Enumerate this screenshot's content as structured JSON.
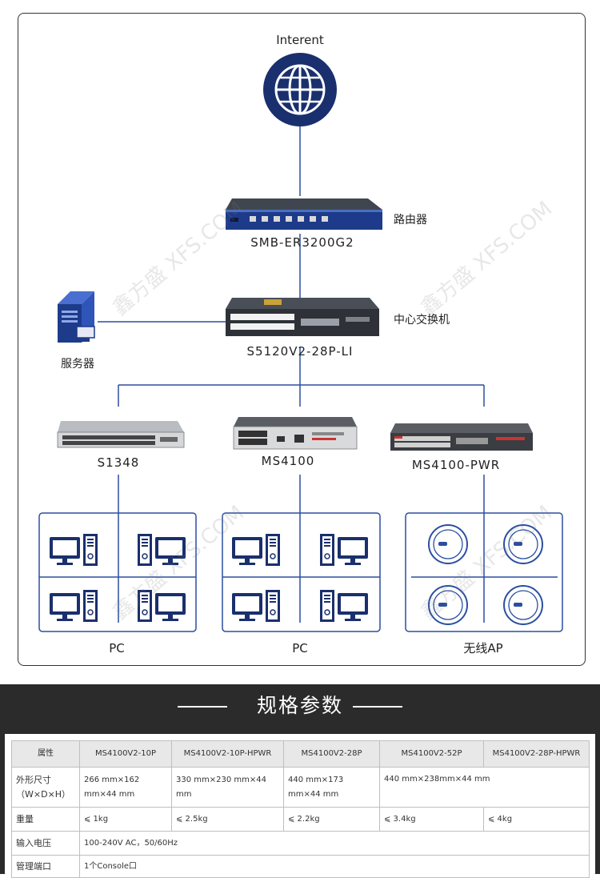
{
  "diagram": {
    "internet_label": "Interent",
    "router_model": "SMB-ER3200G2",
    "router_role": "路由器",
    "core_switch_model": "S5120V2-28P-LI",
    "core_switch_role": "中心交换机",
    "server_label": "服务器",
    "access_switches": [
      "S1348",
      "MS4100",
      "MS4100-PWR"
    ],
    "groups": [
      "PC",
      "PC",
      "无线AP"
    ],
    "watermark": "鑫方盛 XFS.COM",
    "icons": {
      "internet": "globe-icon",
      "router": "router-device",
      "core_switch": "switch-device",
      "server": "server-icon",
      "pc": "desktop-pc-icon",
      "ap": "wireless-ap-icon"
    },
    "colors": {
      "navy": "#1a2f6d",
      "line": "#2b4fa0",
      "frame": "#333333"
    }
  },
  "banner": {
    "title": "规格参数"
  },
  "spec_table": {
    "header": [
      "属性",
      "MS4100V2-10P",
      "MS4100V2-10P-HPWR",
      "MS4100V2-28P",
      "MS4100V2-52P",
      "MS4100V2-28P-HPWR"
    ],
    "rows": {
      "size": {
        "label": "外形尺寸（W×D×H）",
        "c1": "266 mm×162 mm×44 mm",
        "c2": "330  mm×230  mm×44 mm",
        "c3": "440 mm×173 mm×44 mm",
        "c45": "440 mm×238mm×44 mm"
      },
      "weight": {
        "label": "重量",
        "c1": "⩽ 1kg",
        "c2": "⩽ 2.5kg",
        "c3": "⩽ 2.2kg",
        "c4": "⩽ 3.4kg",
        "c5": "⩽ 4kg"
      },
      "power": {
        "label": "输入电压",
        "value": "100-240V AC，50/60Hz"
      },
      "mgmt": {
        "label": "管理端口",
        "value": "1个Console口"
      }
    }
  }
}
